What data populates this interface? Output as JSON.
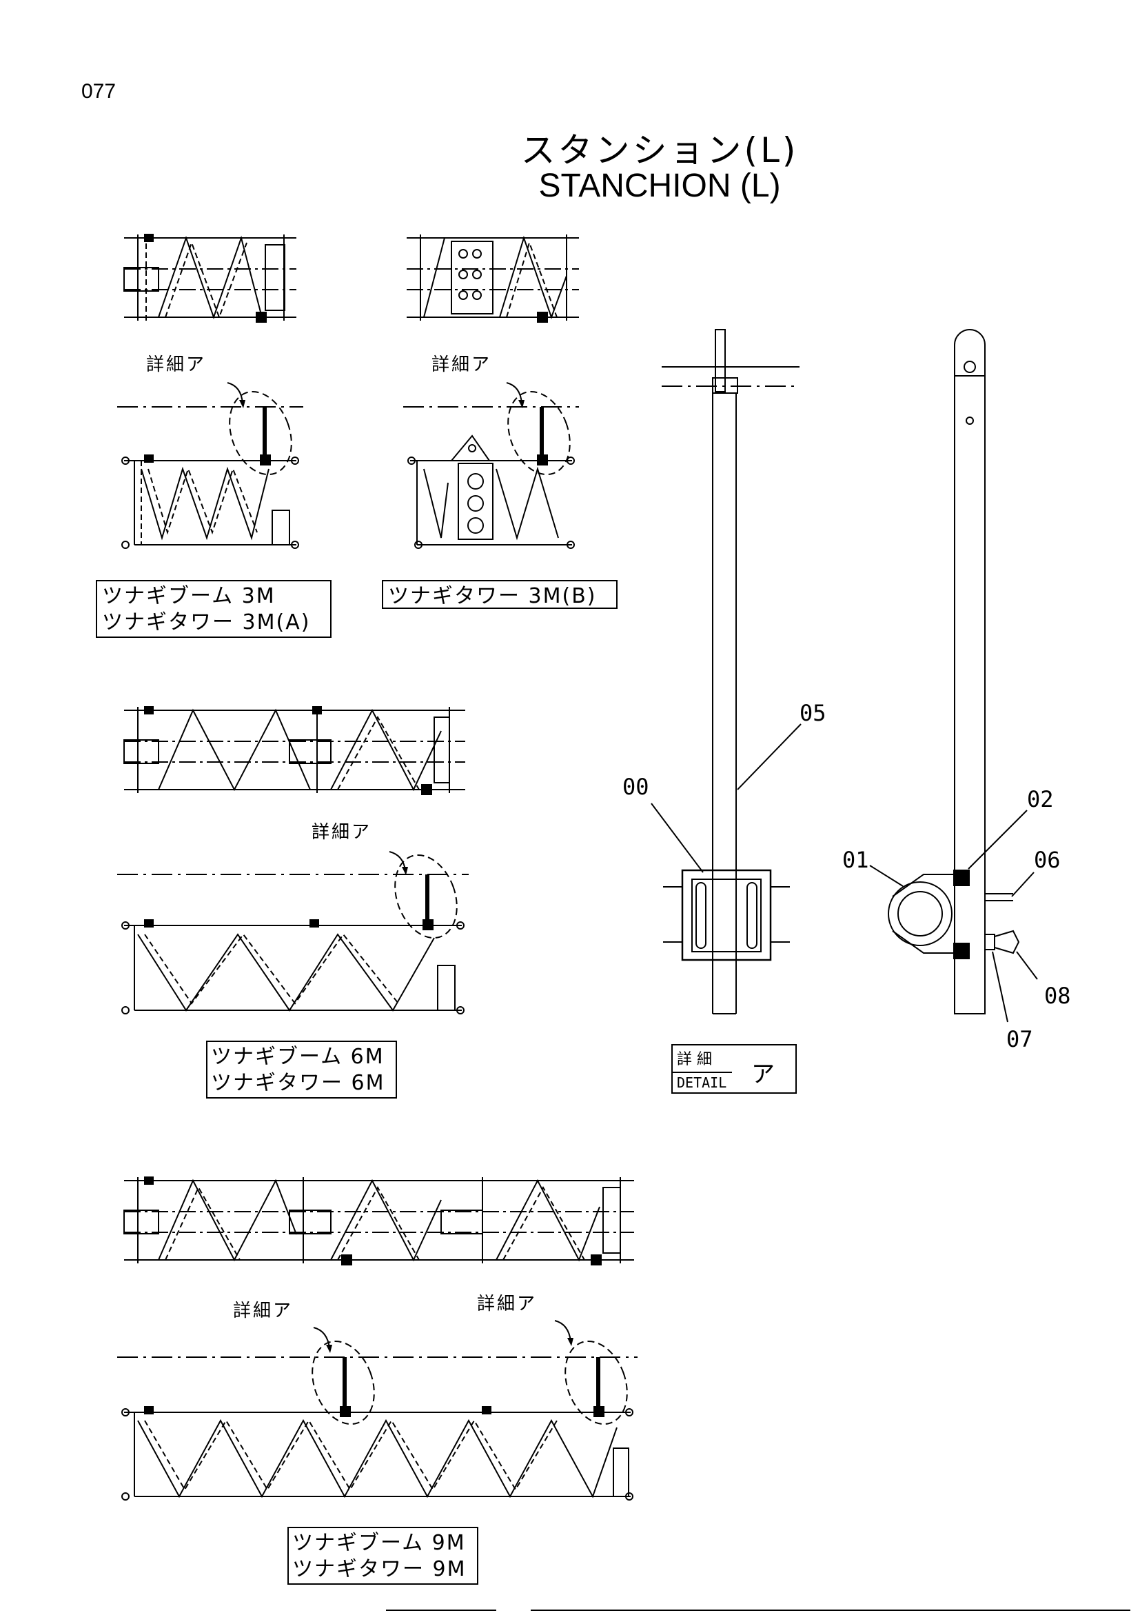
{
  "page_number": "077",
  "title_jp": "スタンション(L)",
  "title_en": "STANCHION (L)",
  "detail_callout": "詳細ア",
  "section_labels": {
    "label_3m_a": [
      "ツナギブーム 3M",
      "ツナギタワー 3M(A)"
    ],
    "label_3m_b": [
      "ツナギタワー 3M(B)"
    ],
    "label_6m": [
      "ツナギブーム 6M",
      "ツナギタワー 6M"
    ],
    "label_9m": [
      "ツナギブーム 9M",
      "ツナギタワー 9M"
    ]
  },
  "detail_box": {
    "jp": "詳 細",
    "en": "DETAIL",
    "mark": "ア"
  },
  "part_numbers": {
    "p00": "00",
    "p01": "01",
    "p02": "02",
    "p05": "05",
    "p06": "06",
    "p07": "07",
    "p08": "08"
  }
}
